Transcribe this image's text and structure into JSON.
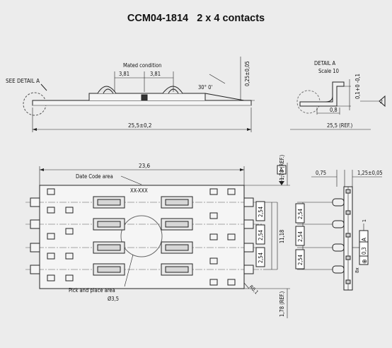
{
  "title": "CCM04-1814   2 x 4 contacts",
  "side_view": {
    "see_detail": "SEE DETAIL  A",
    "mated_condition": "Mated condition",
    "dim_pitch_left": "3,81",
    "dim_pitch_right": "3,81",
    "angle": "30° 0'",
    "dim_height": "0,25±0,05",
    "dim_length": "25,5±0,2"
  },
  "detail_a": {
    "title": "DETAIL  A",
    "scale": "Scale 10",
    "dim_offset": "0,1+0 -0,1",
    "dim_tab": "0,8",
    "dim_ref": "25,5  (REF.)",
    "flag": "2"
  },
  "top_view": {
    "dim_width": "23,6",
    "date_code_label": "Date Code area",
    "date_code_value": "XX-XXX",
    "datum": "A",
    "dim_ref_top": "1,78  (REF.)",
    "dim_ref_bottom": "1,78  (REF.)",
    "pitch_1": "2,54",
    "pitch_2": "2,54",
    "pitch_3": "2,54",
    "overall": "11,18",
    "pick_place": "Pick and place area",
    "pick_dia": "Ø3,5",
    "radius": "R0,1"
  },
  "end_view": {
    "dim_075": "0,75",
    "dim_125": "1,25±0,05",
    "pitch_1": "2,54",
    "pitch_2": "2,54",
    "pitch_3": "2,54",
    "gdt_count": "8x",
    "gdt_symbol": "⊕",
    "gdt_tol": "0,3",
    "gdt_datum": "A",
    "gdt_one": "1"
  }
}
